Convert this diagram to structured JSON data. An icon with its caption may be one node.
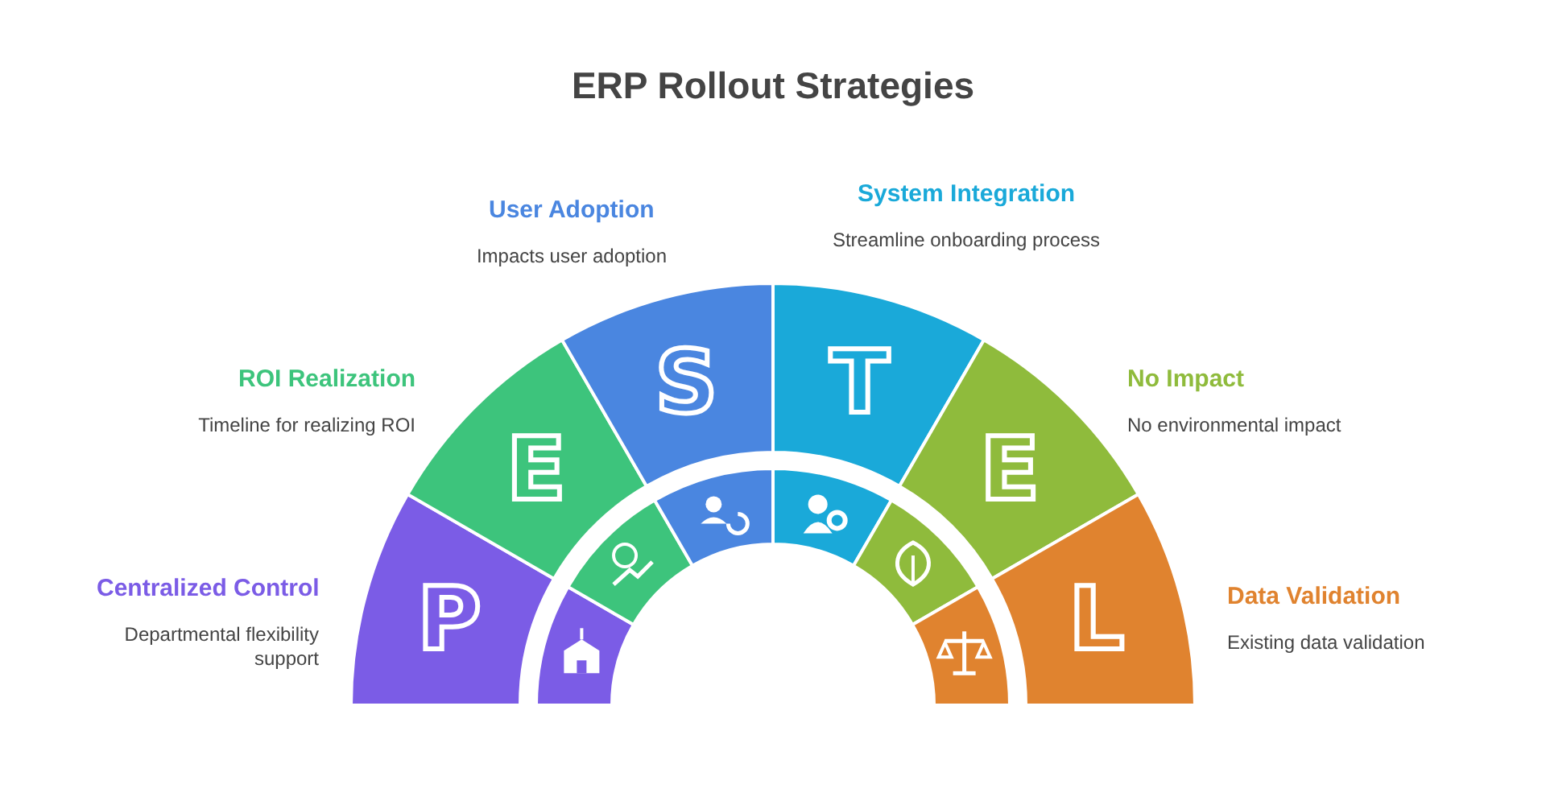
{
  "diagram": {
    "title": "ERP Rollout Strategies",
    "nodes": [
      {
        "text": [
          "P"
        ],
        "beside": [
          "Centralized Control",
          "Departmental flexibility support"
        ]
      },
      {
        "text": [
          "E"
        ],
        "beside": [
          "ROI Realization",
          "Timeline for realizing ROI"
        ]
      },
      {
        "text": [
          "S"
        ],
        "beside": [
          "User Adoption",
          "Impacts user adoption"
        ]
      },
      {
        "text": [
          "T"
        ],
        "beside": [
          "System Integration",
          "Streamline onboarding process"
        ]
      },
      {
        "text": [
          "E"
        ],
        "beside": [
          "No Impact",
          "No environmental impact"
        ]
      },
      {
        "text": [
          "L"
        ],
        "beside": [
          "Data Validation",
          "Existing data validation"
        ]
      }
    ],
    "edges": []
  }
}
